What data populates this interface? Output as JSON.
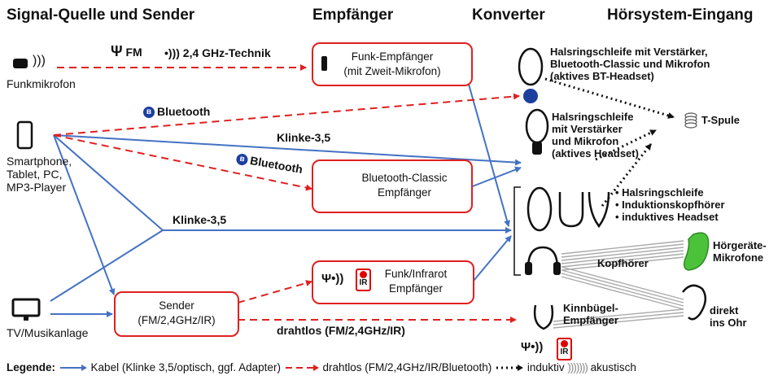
{
  "headers": {
    "source": "Signal-Quelle und Sender",
    "receiver": "Empfänger",
    "converter": "Konverter",
    "input": "Hörsystem-Eingang"
  },
  "sources": {
    "funkmikrofon": "Funkmikrofon",
    "smartphone_lines": [
      "Smartphone,",
      "Tablet, PC,",
      "MP3-Player"
    ],
    "tv": "TV/Musikanlage"
  },
  "boxes": {
    "funk_empfaenger": [
      "Funk-Empfänger",
      "(mit Zweit-Mikrofon)"
    ],
    "bt_empfaenger": [
      "Bluetooth-Classic",
      "Empfänger"
    ],
    "funk_ir_empfaenger": [
      "Funk/Infrarot",
      "Empfänger"
    ],
    "sender": [
      "Sender",
      "(FM/2,4GHz/IR)"
    ]
  },
  "connections": {
    "fm": "FM",
    "ghz": "2,4 GHz-Technik",
    "bluetooth_top": "Bluetooth",
    "bluetooth_mid": "Bluetooth",
    "klinke_top": "Klinke-3,5",
    "klinke_mid": "Klinke-3,5",
    "drahtlos": "drahtlos (FM/2,4GHz/IR)",
    "ir": "IR"
  },
  "converters": {
    "halsring_bt": [
      "Halsringschleife mit Verstärker,",
      "Bluetooth-Classic und Mikrofon",
      "(aktives BT-Headset)"
    ],
    "halsring_headset": [
      "Halsringschleife",
      "mit Verstärker",
      "und Mikrofon",
      "(aktives Headset)"
    ],
    "induktiv_list": [
      "Halsringschleife",
      "Induktionskopfhörer",
      "induktives Headset"
    ],
    "kopfhoerer": "Kopfhörer",
    "kinnbuegel": [
      "Kinnbügel-",
      "Empfänger"
    ]
  },
  "inputs": {
    "tspule": "T-Spule",
    "hoergeraete": [
      "Hörgeräte-",
      "Mikrofone"
    ],
    "direkt": [
      "direkt",
      "ins Ohr"
    ]
  },
  "legend": {
    "title": "Legende:",
    "cable": "Kabel (Klinke 3,5/optisch, ggf. Adapter)",
    "wireless": "drahtlos (FM/2,4GHz/IR/Bluetooth)",
    "inductive": "induktiv",
    "acoustic": "akustisch"
  },
  "colors": {
    "cable": "#4472c4",
    "wireless": "#e02020",
    "inductive": "#111111",
    "bluetooth": "#1d3fa0",
    "hearing_aid": "#4cc23a"
  }
}
